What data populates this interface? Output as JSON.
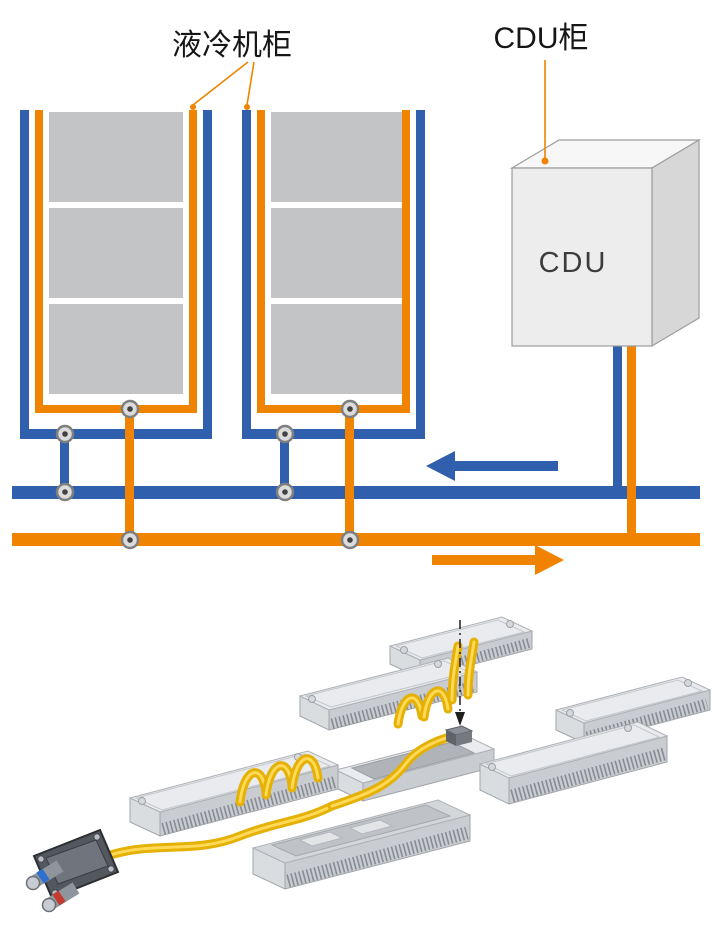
{
  "labels": {
    "cooling_cabinet": "液冷机柜",
    "cdu_cabinet": "CDU柜",
    "cdu_box": "CDU"
  },
  "colors": {
    "pipe_blue": "#2f5fad",
    "pipe_orange": "#f08300",
    "server_gray": "#c3c4c6",
    "cdu_front": "#ededed",
    "cdu_side": "#d7d7d7",
    "cdu_top": "#f7f7f7",
    "tube_yellow": "#e4b104"
  }
}
